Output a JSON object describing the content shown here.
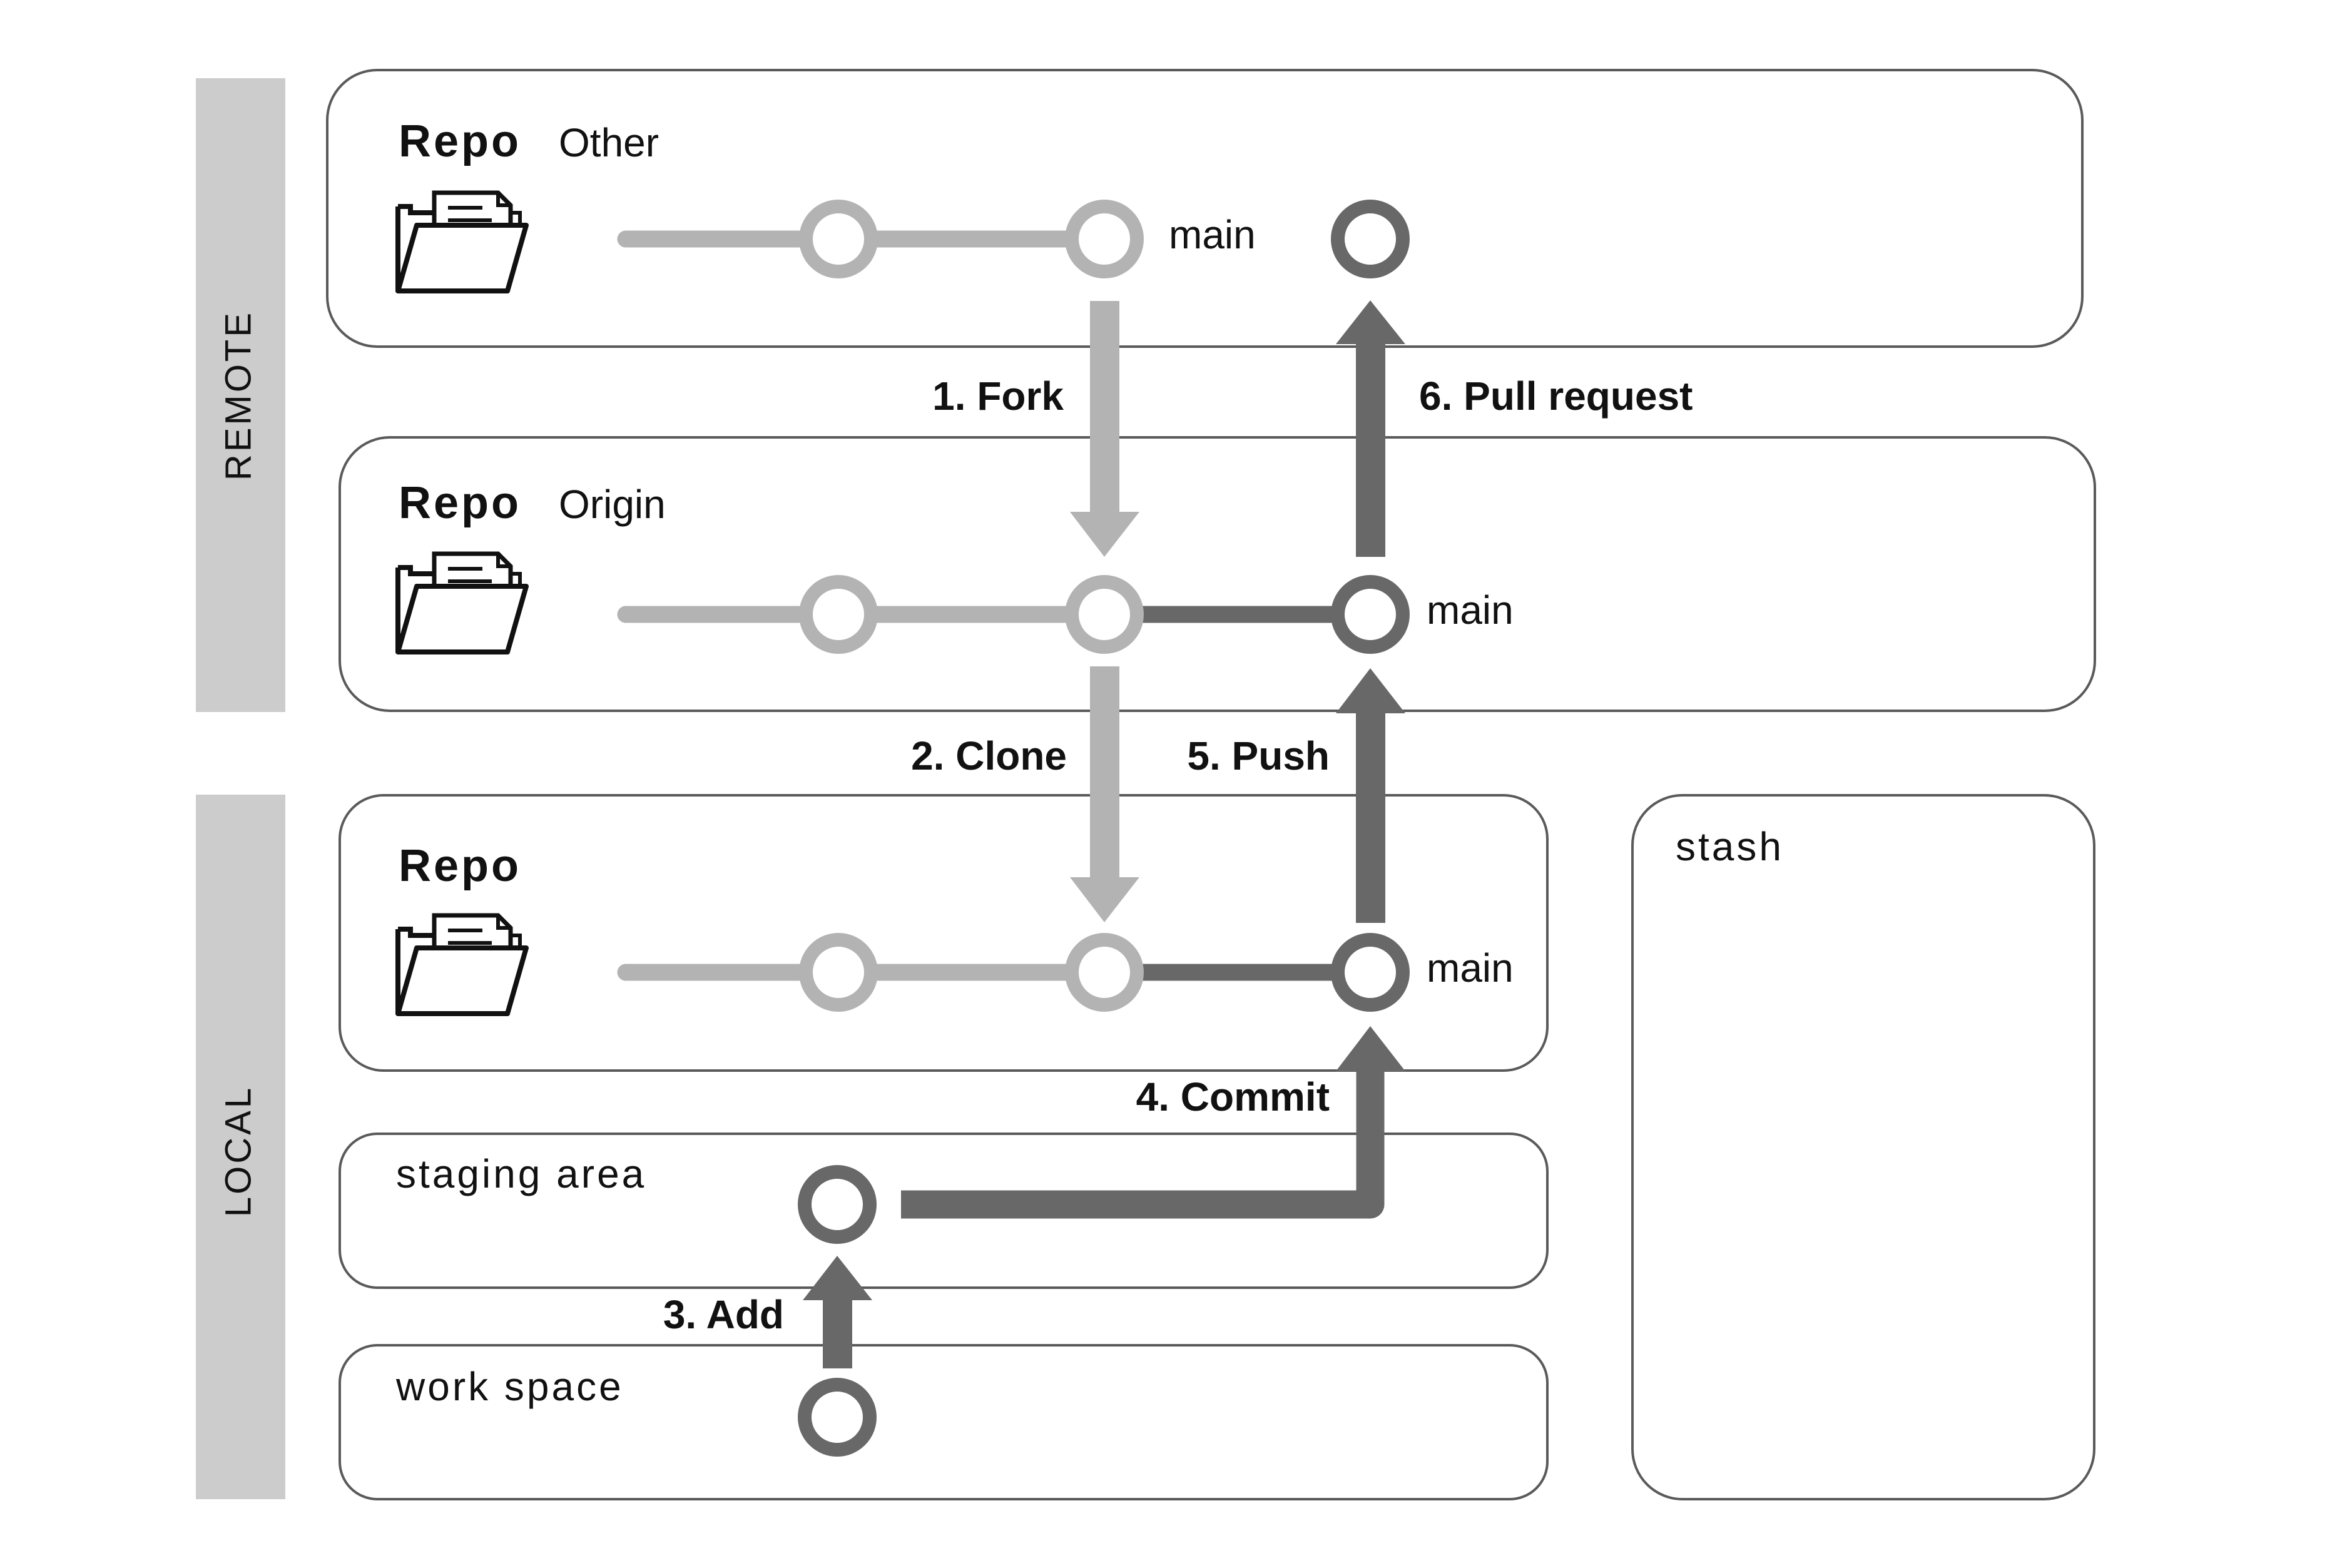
{
  "colors": {
    "side_band": "#cccccc",
    "light_line": "#b3b3b3",
    "dark_line": "#686868",
    "box_border": "#5a5a5a",
    "text": "#111111"
  },
  "bands": {
    "remote": "REMOTE",
    "local": "LOCAL"
  },
  "repos": {
    "other": {
      "title": "Repo",
      "subtitle": "Other",
      "branch": "main",
      "icon": "folder-documents-icon"
    },
    "origin": {
      "title": "Repo",
      "subtitle": "Origin",
      "branch": "main",
      "icon": "folder-documents-icon"
    },
    "local": {
      "title": "Repo",
      "branch": "main",
      "icon": "folder-documents-icon"
    }
  },
  "areas": {
    "staging": "staging area",
    "workspace": "work space",
    "stash": "stash"
  },
  "steps": {
    "fork": "1. Fork",
    "clone": "2. Clone",
    "add": "3. Add",
    "commit": "4. Commit",
    "push": "5. Push",
    "pull_request": "6. Pull request"
  }
}
